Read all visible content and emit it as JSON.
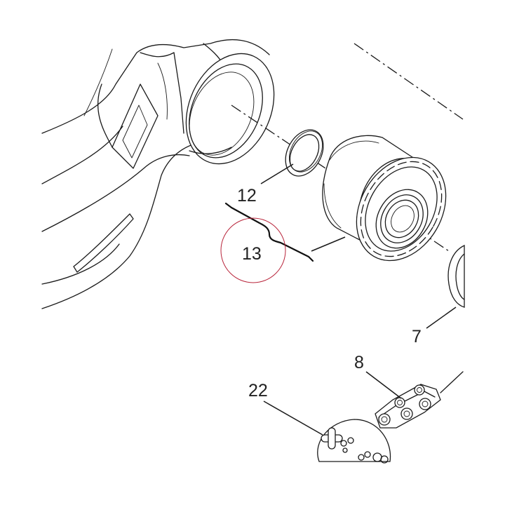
{
  "labels": {
    "p12": "12",
    "p13": "13",
    "p7": "7",
    "p8": "8",
    "p22": "22"
  },
  "colors": {
    "line": "#1a1a1a",
    "highlight_circle": "#b8243a",
    "background": "#ffffff"
  }
}
